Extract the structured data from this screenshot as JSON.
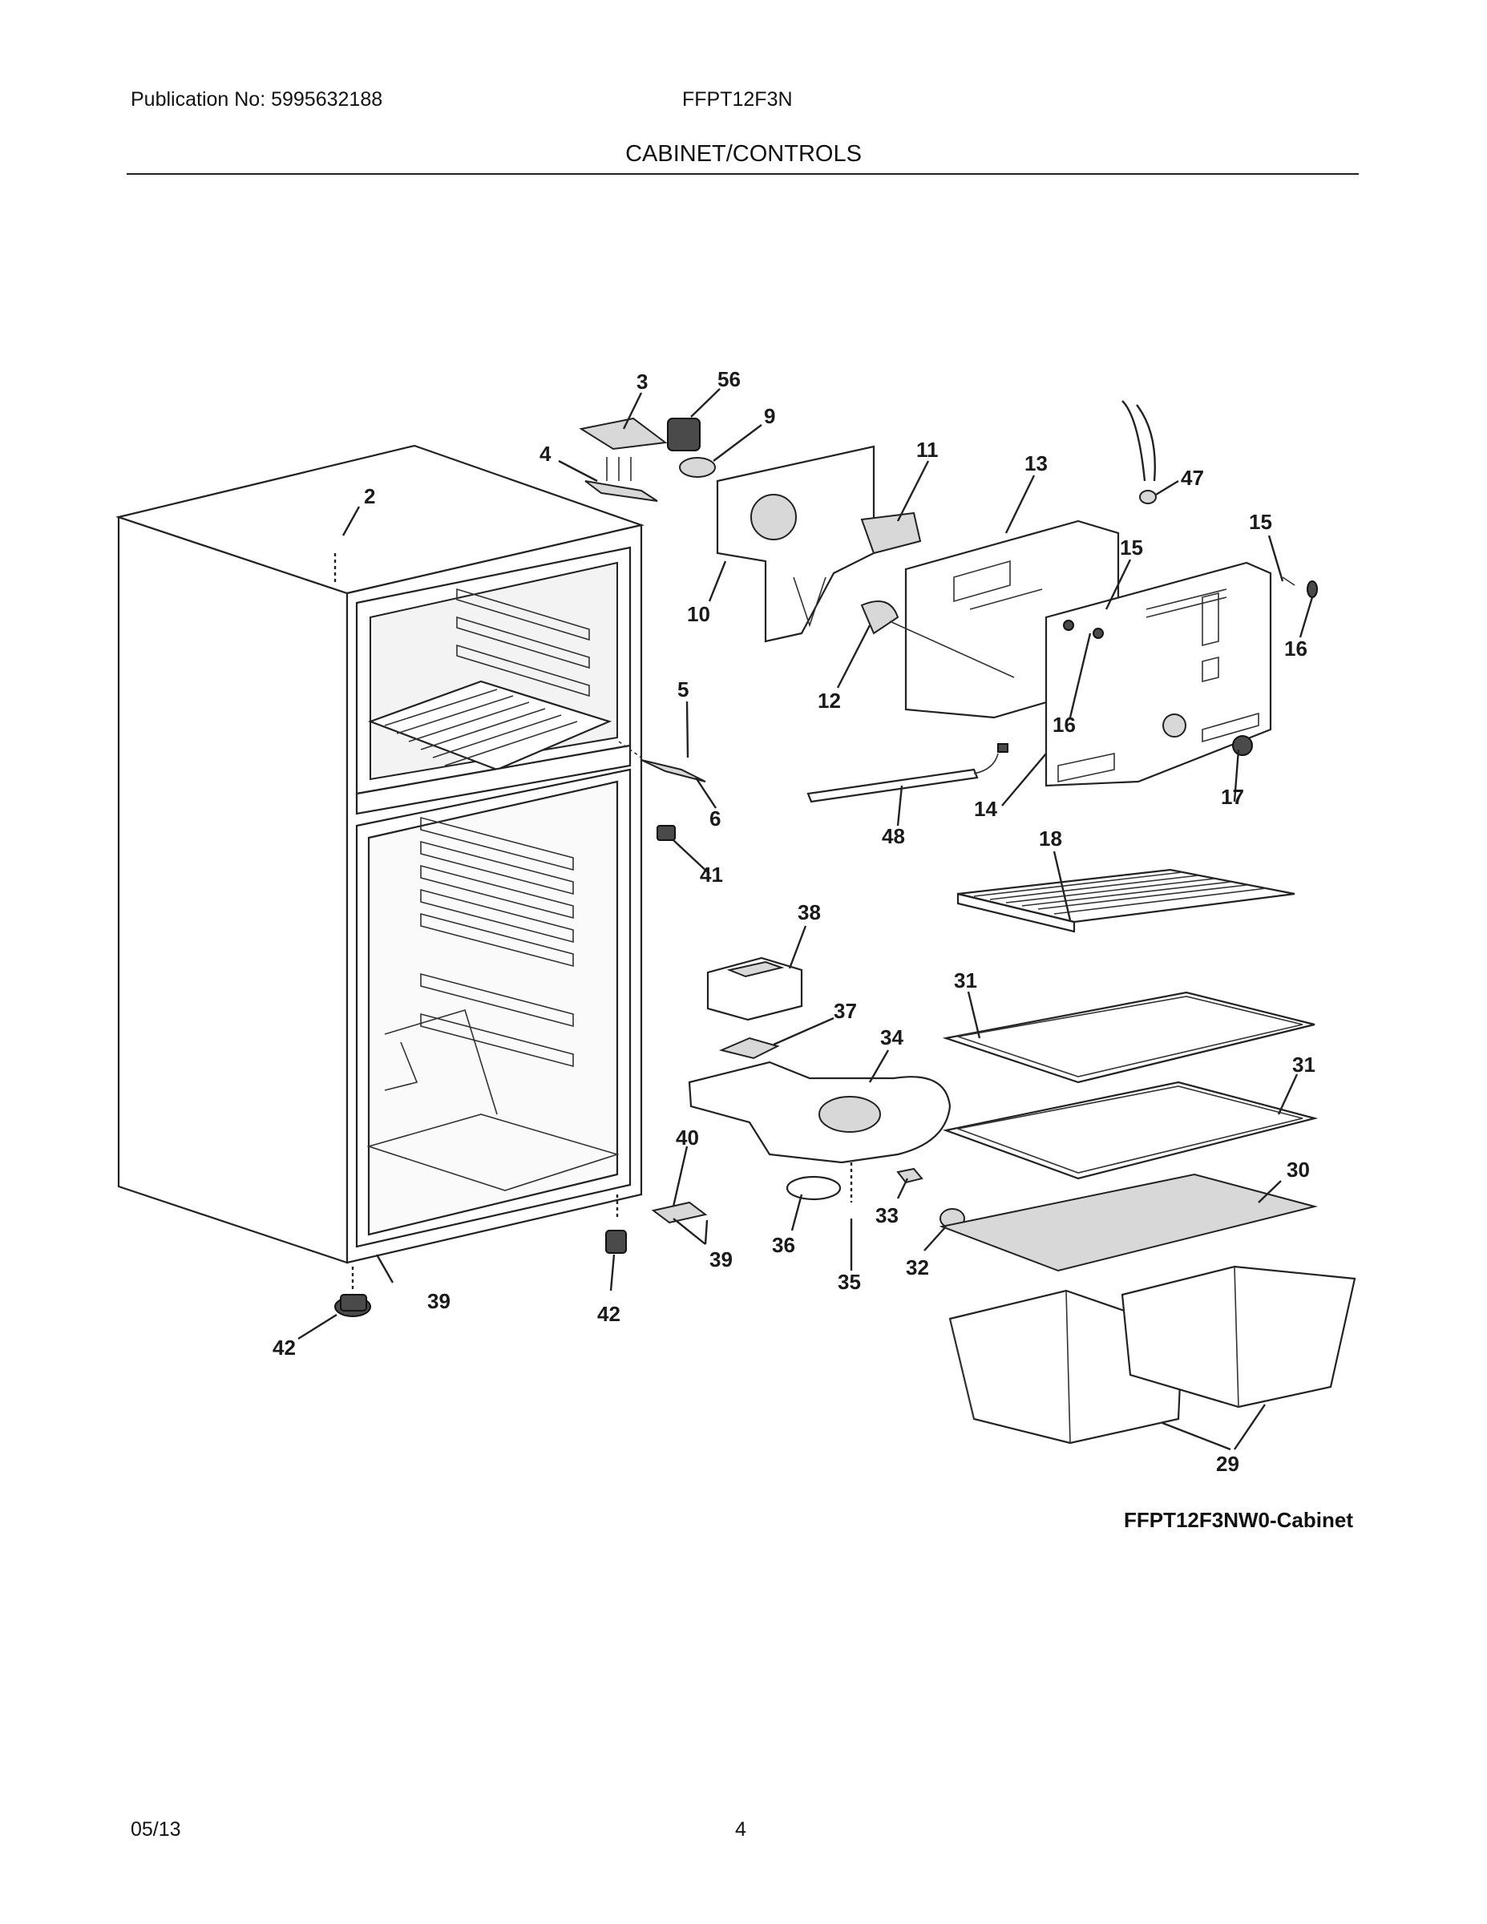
{
  "header": {
    "publication": "Publication No: 5995632188",
    "model": "FFPT12F3N",
    "section": "CABINET/CONTROLS"
  },
  "diagram": {
    "caption": "FFPT12F3NW0-Cabinet",
    "labels": [
      "3",
      "56",
      "9",
      "4",
      "11",
      "13",
      "47",
      "15",
      "2",
      "15",
      "10",
      "16",
      "12",
      "16",
      "5",
      "17",
      "14",
      "48",
      "18",
      "6",
      "41",
      "38",
      "31",
      "37",
      "34",
      "31",
      "40",
      "30",
      "36",
      "33",
      "39",
      "32",
      "35",
      "39",
      "42",
      "42",
      "29"
    ]
  },
  "footer": {
    "date": "05/13",
    "page": "4"
  }
}
